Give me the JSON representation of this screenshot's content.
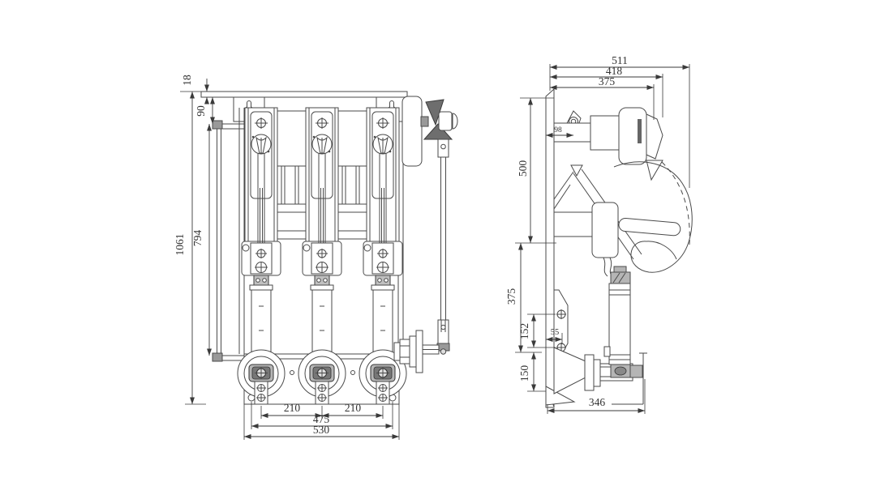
{
  "page": {
    "background": "#ffffff"
  },
  "colors": {
    "line": "#4a4a4a",
    "dim_line": "#3a3a3a",
    "text": "#333333",
    "metal_dark": "#6e6e6e",
    "metal_mid": "#b5b5b5"
  },
  "dims": {
    "front": {
      "d18": "18",
      "d90": "90",
      "d794": "794",
      "d1061": "1061",
      "d210_left": "210",
      "d210_right": "210",
      "d475": "475",
      "d530": "530"
    },
    "side": {
      "d511": "511",
      "d418": "418",
      "d375_top": "375",
      "d98": "98",
      "d500": "500",
      "d375_left": "375",
      "d152": "152",
      "d150": "150",
      "d55": "55",
      "d346": "346"
    }
  }
}
